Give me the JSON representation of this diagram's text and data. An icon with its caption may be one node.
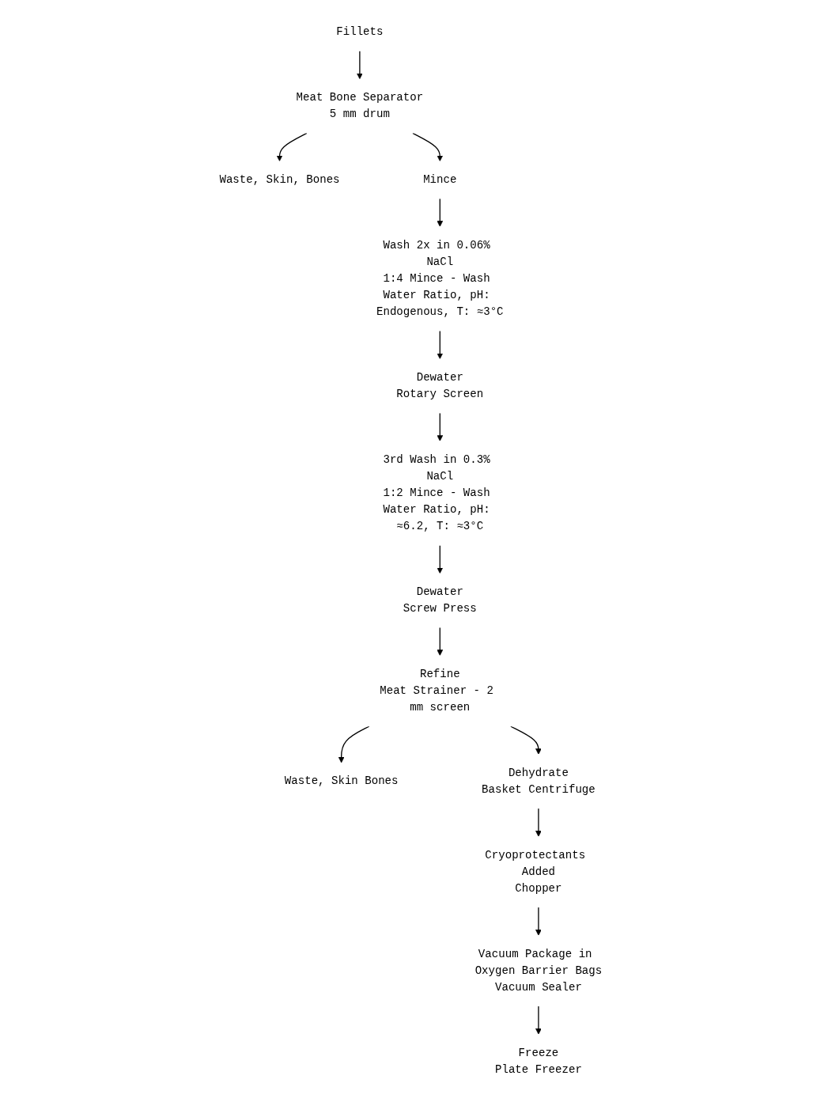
{
  "diagram": {
    "nodes": [
      {
        "text": [
          "Fillets"
        ]
      },
      {
        "text": [
          "Meat Bone Separator",
          "5 mm drum"
        ]
      },
      {
        "text": [
          "Waste, Skin, Bones"
        ]
      },
      {
        "text": [
          "Mince"
        ]
      },
      {
        "text": [
          "Wash 2x in 0.06% NaCl",
          "1:4 Mince - Wash Water Ratio, pH: Endogenous, T: ≈3°C"
        ]
      },
      {
        "text": [
          "Dewater",
          "Rotary Screen"
        ]
      },
      {
        "text": [
          "3rd Wash in 0.3% NaCl",
          "1:2 Mince - Wash Water Ratio, pH: ≈6.2, T: ≈3°C"
        ]
      },
      {
        "text": [
          "Dewater",
          "Screw Press"
        ]
      },
      {
        "text": [
          "Refine",
          "Meat Strainer - 2 mm screen"
        ]
      },
      {
        "text": [
          "Waste, Skin Bones"
        ]
      },
      {
        "text": [
          "Dehydrate",
          "Basket Centrifuge"
        ]
      },
      {
        "text": [
          "Cryoprotectants Added",
          "Chopper"
        ]
      },
      {
        "text": [
          "Vacuum Package in Oxygen Barrier Bags",
          "Vacuum Sealer"
        ]
      },
      {
        "text": [
          "Freeze",
          "Plate Freezer"
        ]
      }
    ],
    "edges": [
      {
        "from": 0,
        "to": 1,
        "arrow": "to"
      },
      {
        "from": 1,
        "to": 2,
        "arrow": "to"
      },
      {
        "from": 1,
        "to": 3,
        "arrow": "to"
      },
      {
        "from": 3,
        "to": 4,
        "arrow": "to"
      },
      {
        "from": 4,
        "to": 5,
        "arrow": "to"
      },
      {
        "from": 5,
        "to": 6,
        "arrow": "to"
      },
      {
        "from": 6,
        "to": 7,
        "arrow": "to"
      },
      {
        "from": 7,
        "to": 8,
        "arrow": "to"
      },
      {
        "from": 8,
        "to": 9,
        "arrow": "to"
      },
      {
        "from": 8,
        "to": 10,
        "arrow": "to"
      },
      {
        "from": 10,
        "to": 11,
        "arrow": "to"
      },
      {
        "from": 11,
        "to": 12,
        "arrow": "to"
      },
      {
        "from": 12,
        "to": 13,
        "arrow": "to"
      }
    ]
  }
}
